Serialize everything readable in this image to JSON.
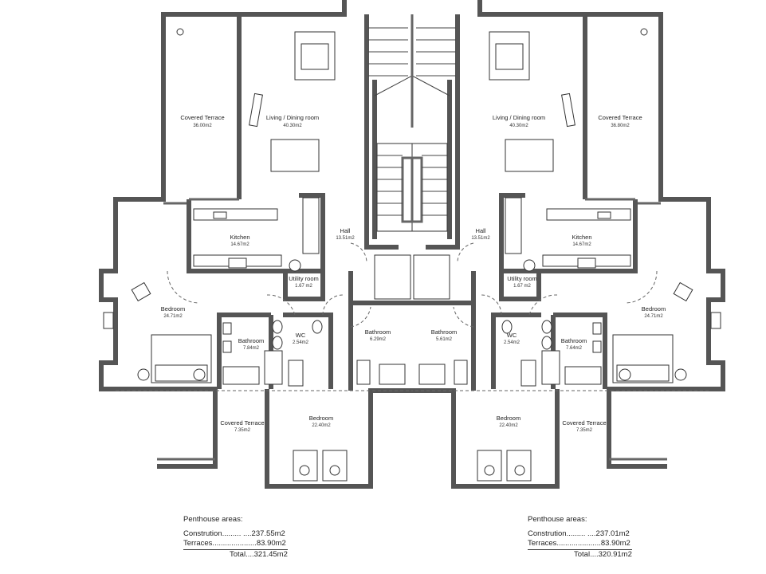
{
  "plan": {
    "left_unit": {
      "rooms": [
        {
          "name": "Covered Terrace",
          "area": "36.00m2"
        },
        {
          "name": "Living / Dining room",
          "area": "40.30m2"
        },
        {
          "name": "Hall",
          "area": "13.51m2"
        },
        {
          "name": "Kitchen",
          "area": "14.67m2"
        },
        {
          "name": "Utility room",
          "area": "1.67 m2"
        },
        {
          "name": "Bedroom",
          "area": "24.71m2"
        },
        {
          "name": "Bathroom",
          "area": "7.84m2"
        },
        {
          "name": "WC",
          "area": "2.54m2"
        },
        {
          "name": "Bathroom",
          "area": "6.29m2"
        },
        {
          "name": "Bedroom",
          "area": "22.40m2"
        },
        {
          "name": "Covered Terrace",
          "area": "7.35m2"
        }
      ],
      "areas": {
        "heading": "Penthouse areas:",
        "construction_label": "Constrution......... ....",
        "construction_value": "237.55m2",
        "terraces_label": "Terraces.....................",
        "terraces_value": "83.90m2",
        "total_label": "Total....",
        "total_value": "321.45m2"
      }
    },
    "right_unit": {
      "rooms": [
        {
          "name": "Living / Dining room",
          "area": "40.30m2"
        },
        {
          "name": "Covered Terrace",
          "area": "36.80m2"
        },
        {
          "name": "Hall",
          "area": "13.51m2"
        },
        {
          "name": "Kitchen",
          "area": "14.67m2"
        },
        {
          "name": "Utility room",
          "area": "1.67 m2"
        },
        {
          "name": "Bedroom",
          "area": "24.71m2"
        },
        {
          "name": "Bathroom",
          "area": "7.64m2"
        },
        {
          "name": "WC",
          "area": "2.54m2"
        },
        {
          "name": "Bathroom",
          "area": "5.61m2"
        },
        {
          "name": "Bedroom",
          "area": "22.40m2"
        },
        {
          "name": "Covered Terrace",
          "area": "7.35m2"
        }
      ],
      "areas": {
        "heading": "Penthouse areas:",
        "construction_label": "Constrution......... ....",
        "construction_value": "237.01m2",
        "terraces_label": "Terraces.....................",
        "terraces_value": "83.90m2",
        "total_label": "Total....",
        "total_value": "320.91m2"
      }
    }
  }
}
